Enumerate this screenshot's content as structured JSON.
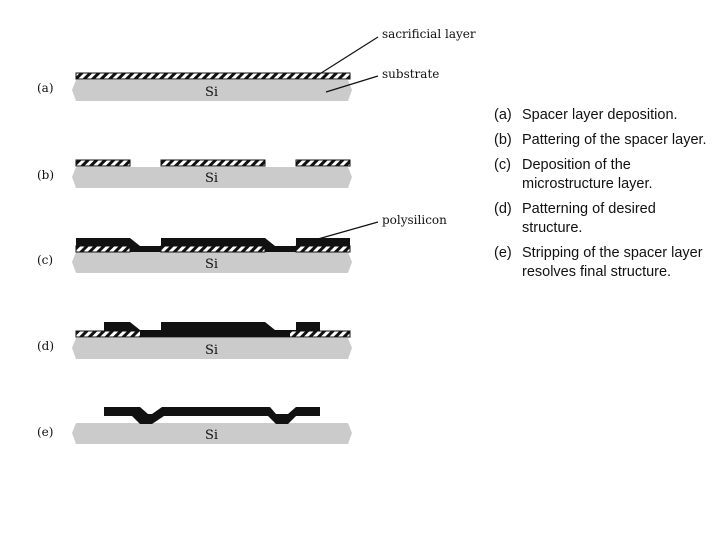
{
  "diagram": {
    "callouts": {
      "sacrificial": "sacrificial layer",
      "substrate": "substrate",
      "polysilicon": "polysilicon"
    },
    "substrate_text": "Si",
    "rows": [
      {
        "label": "(a)"
      },
      {
        "label": "(b)"
      },
      {
        "label": "(c)"
      },
      {
        "label": "(d)"
      },
      {
        "label": "(e)"
      }
    ]
  },
  "steps": [
    {
      "mark": "(a)",
      "text": "Spacer layer deposition."
    },
    {
      "mark": "(b)",
      "text": "Pattering of the spacer layer."
    },
    {
      "mark": "(c)",
      "text": "Deposition of the microstructure layer."
    },
    {
      "mark": "(d)",
      "text": "Patterning of desired structure."
    },
    {
      "mark": "(e)",
      "text": "Stripping of the spacer layer resolves final structure."
    }
  ],
  "colors": {
    "substrate": "#cbcbcb",
    "film": "#111111"
  }
}
